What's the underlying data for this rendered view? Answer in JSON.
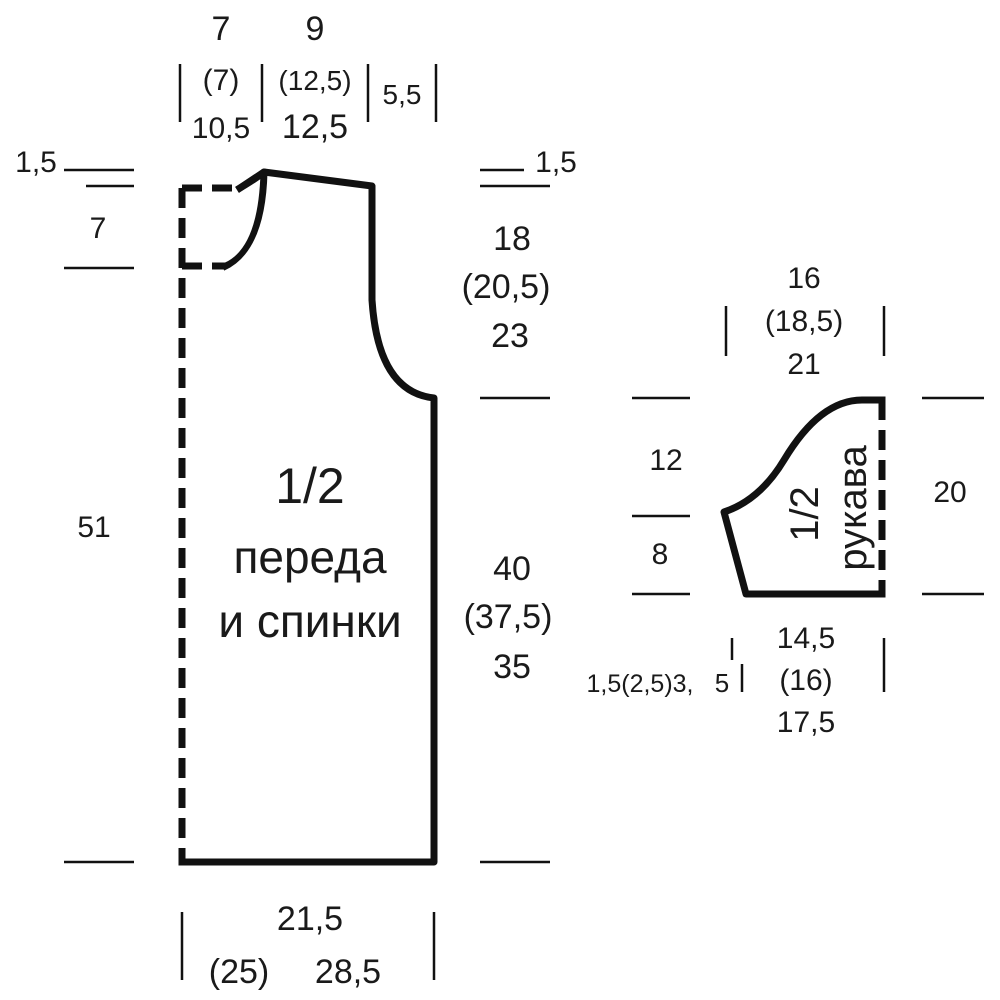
{
  "body_piece": {
    "label_line1": "1/2",
    "label_line2": "переда",
    "label_line3": "и спинки",
    "top_widths": {
      "shoulder_a": [
        "7",
        "(7)",
        "10,5"
      ],
      "neck": [
        "9",
        "(12,5)",
        "12,5"
      ],
      "right_gap": "5,5"
    },
    "left_side": {
      "neck_top": "1,5",
      "neck_depth": "7",
      "body_length": "51"
    },
    "right_side": {
      "shoulder_slope": "1,5",
      "armhole": [
        "18",
        "(20,5)",
        "23"
      ],
      "side_seam": [
        "40",
        "(37,5)",
        "35"
      ]
    },
    "bottom_width": [
      "21,5",
      "(25)",
      "28,5"
    ]
  },
  "sleeve_piece": {
    "label_line1": "1/2",
    "label_line2": "рукава",
    "top_width": [
      "16",
      "(18,5)",
      "21"
    ],
    "cap_height": "12",
    "lower_height": "8",
    "total_height": "20",
    "bottom_offset": "1,5(2,5)3,",
    "bottom_offset_tail": "5",
    "bottom_width": [
      "14,5",
      "(16)",
      "17,5"
    ]
  }
}
